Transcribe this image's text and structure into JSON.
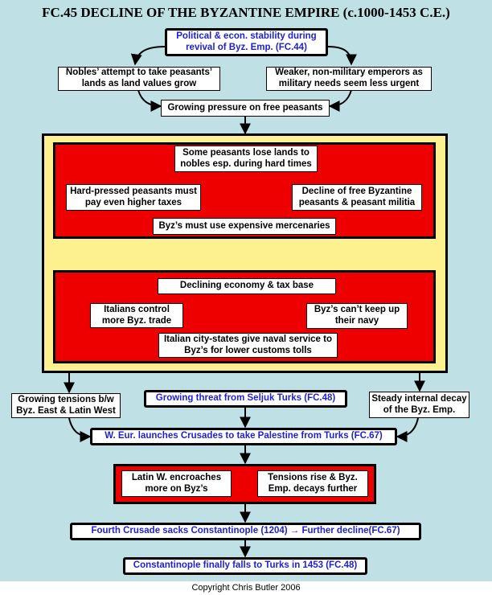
{
  "title": "FC.45 DECLINE OF THE BYZANTINE EMPIRE (c.1000-1453 C.E.)",
  "nodes": {
    "stability": "Political & econ. stability during revival of Byz. Emp. (FC.44)",
    "nobles_take": "Nobles’ attempt to take peasants’ lands as land values grow",
    "weaker_emperors": "Weaker, non-military emperors as military needs seem less urgent",
    "pressure": "Growing pressure on free peasants",
    "lose_lands": "Some peasants lose lands to nobles esp. during hard times",
    "hard_pressed": "Hard-pressed peasants must pay even higher taxes",
    "decline_free": "Decline of free Byzantine peasants & peasant militia",
    "mercenaries": "Byz’s must use expensive mercenaries",
    "declining_economy": "Declining economy & tax base",
    "italians_control": "Italians control more Byz. trade",
    "cant_keep_navy": "Byz’s can’t keep up their navy",
    "italian_city_states": "Italian city-states give naval service to Byz’s for lower customs tolls",
    "tensions_east_west": "Growing tensions b/w Byz. East & Latin West",
    "seljuk_threat": "Growing threat from Seljuk Turks (FC.48)",
    "internal_decay": "Steady internal decay of the Byz. Emp.",
    "crusades": "W. Eur. launches Crusades to take Palestine from Turks (FC.67)",
    "latin_encroaches": "Latin W. encroaches more on Byz’s",
    "tensions_rise": "Tensions rise & Byz. Emp. decays further",
    "fourth_crusade": "Fourth Crusade sacks Constantinople (1204) → Further decline(FC.67)",
    "falls": "Constantinople finally falls to Turks in 1453 (FC.48)"
  },
  "copyright": "Copyright Chris Butler 2006",
  "colors": {
    "background": "#bfe0e5",
    "yellow_panel": "#fdf08f",
    "red_panel": "#ee0000",
    "link_text": "#1f1fd0"
  }
}
